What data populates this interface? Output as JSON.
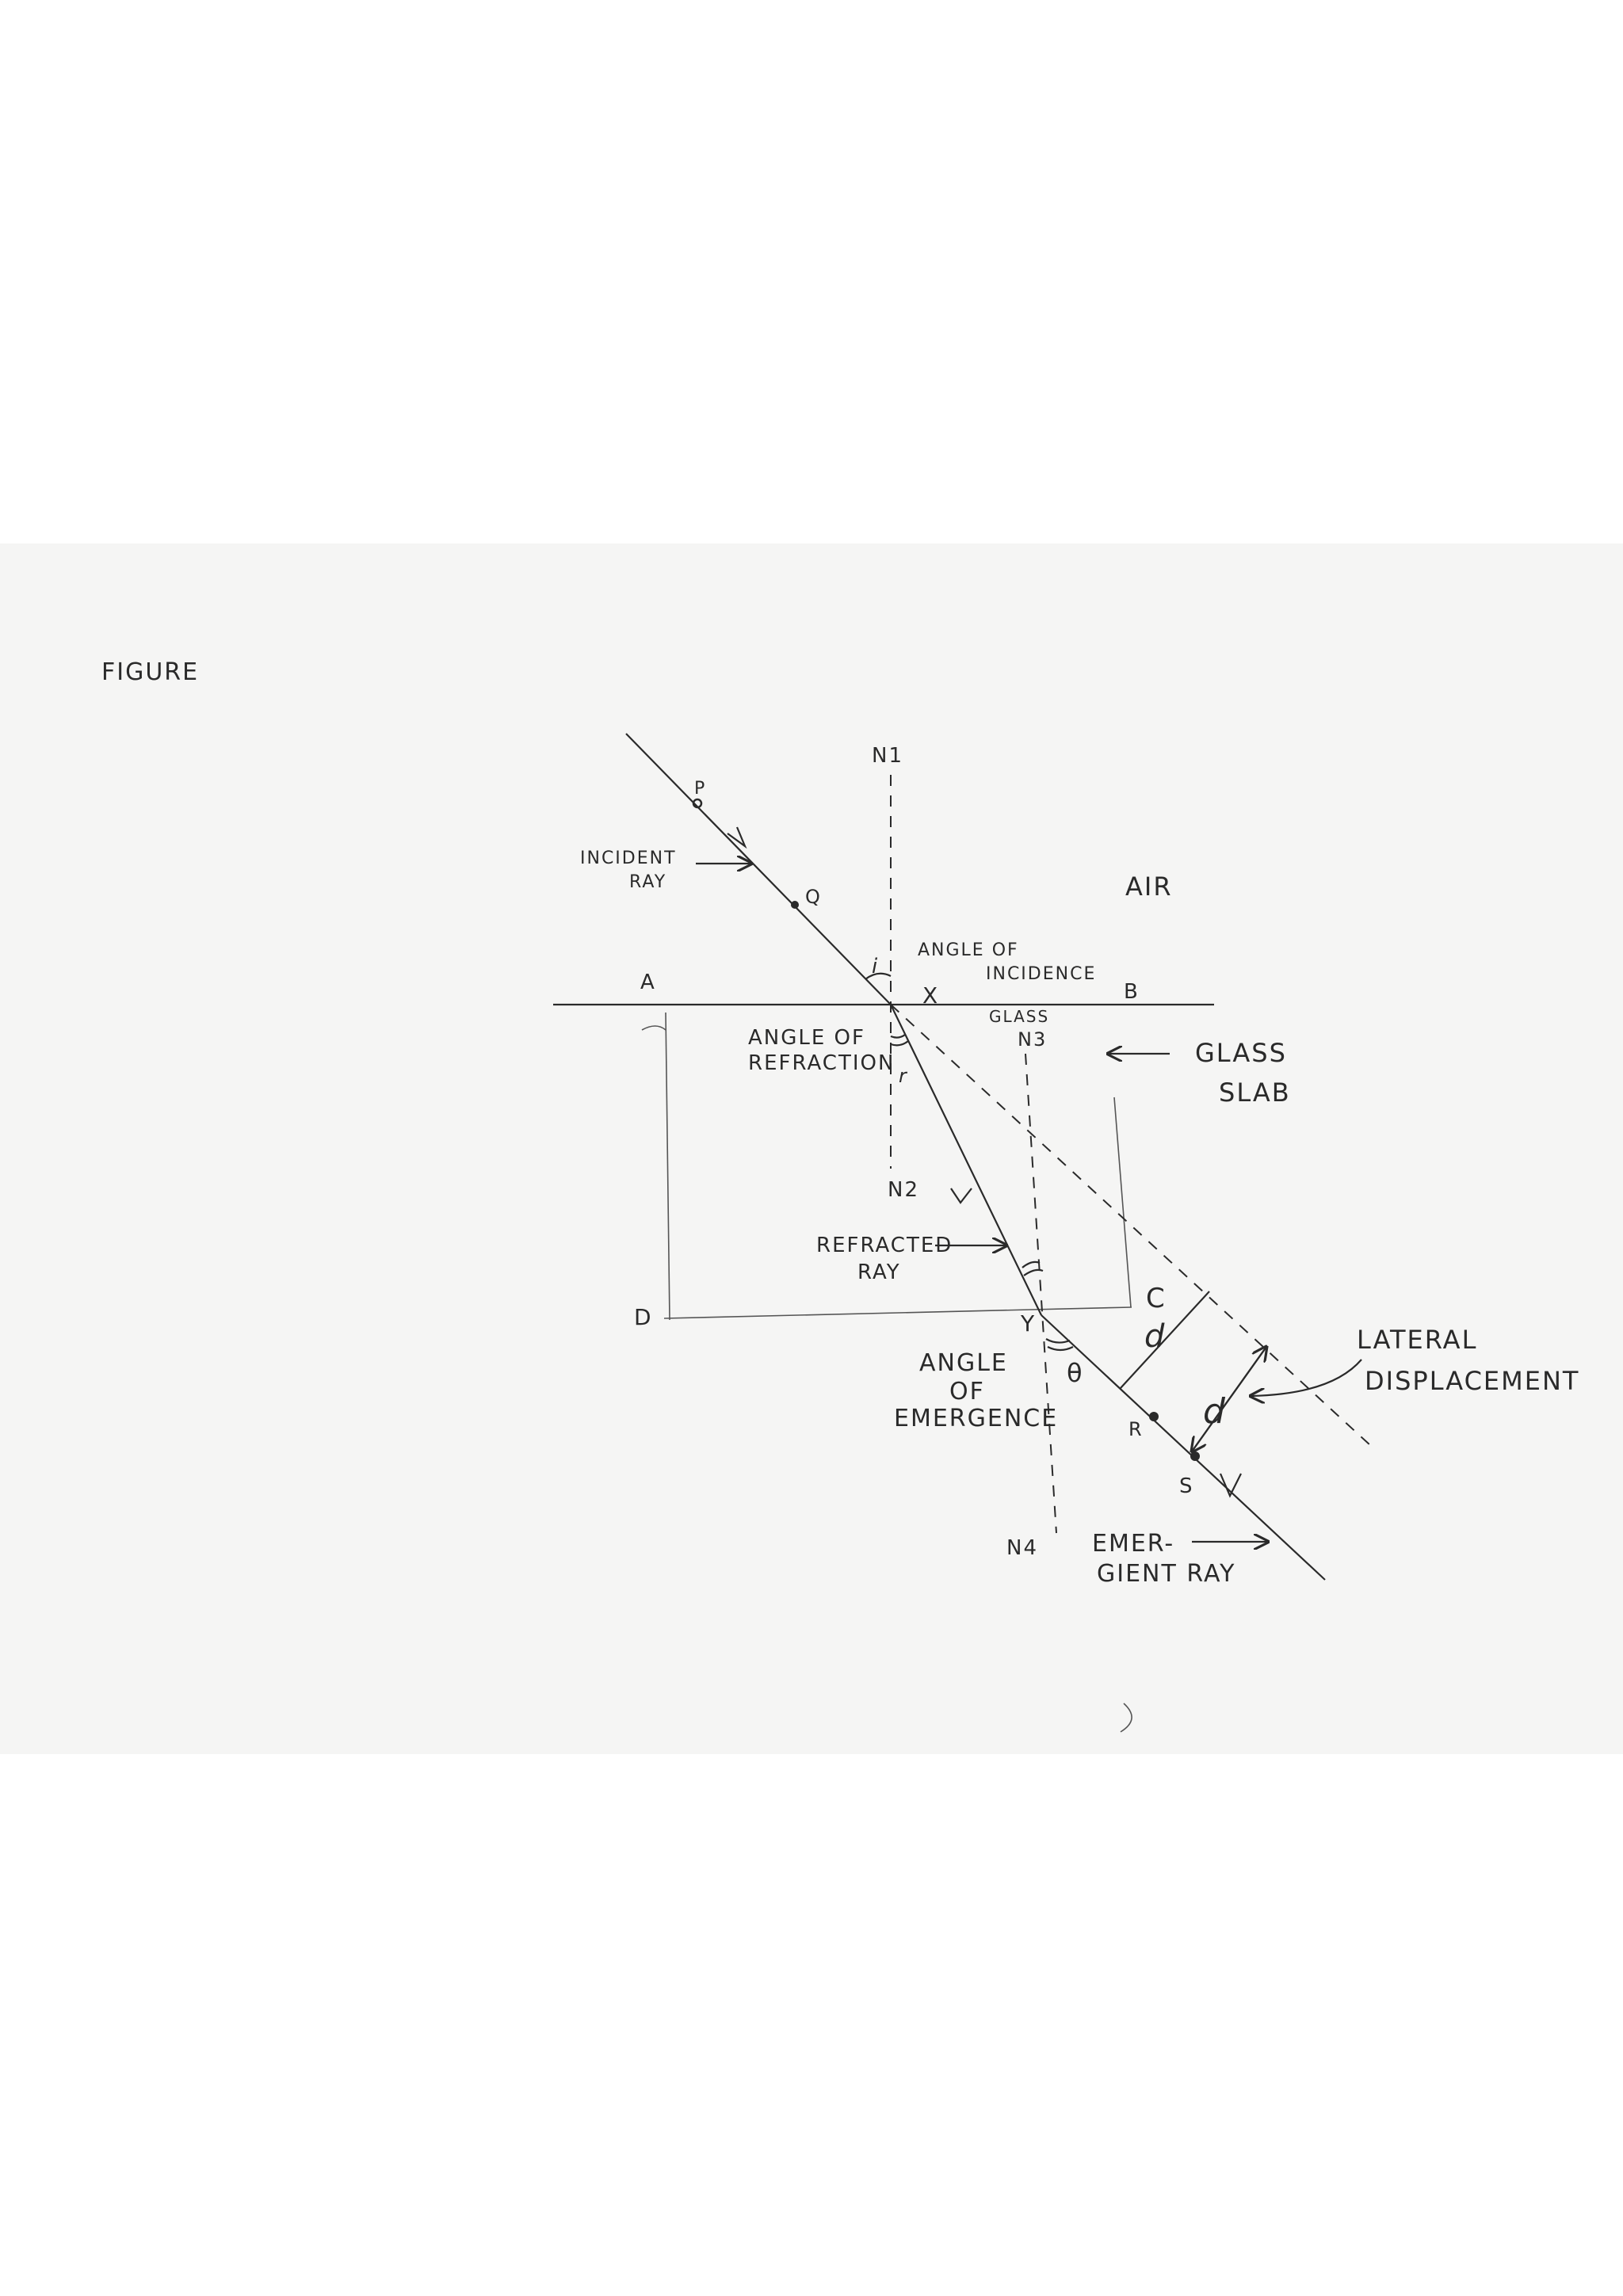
{
  "figure_title": "FIGURE",
  "labels": {
    "n1": "N1",
    "n2": "N2",
    "n3": "N3",
    "n4": "N4",
    "p": "P",
    "q": "Q",
    "r": "R",
    "s": "S",
    "a": "A",
    "b": "B",
    "d_corner": "D",
    "c_corner": "C",
    "x": "X",
    "y": "Y",
    "i": "i",
    "r_angle": "r",
    "theta": "θ",
    "d_left": "d",
    "d_right": "d"
  },
  "annotations": {
    "incident_ray": [
      "INCIDENT",
      "RAY"
    ],
    "air": "AIR",
    "angle_of_incidence": [
      "ANGLE OF",
      "INCIDENCE"
    ],
    "glass_top": "GLASS",
    "angle_of_refraction": [
      "ANGLE OF",
      "REFRACTION"
    ],
    "glass_slab": [
      "GLASS",
      "SLAB"
    ],
    "refracted_ray": [
      "REFRACTED",
      "RAY"
    ],
    "angle_of_emergence": [
      "ANGLE",
      "OF",
      "EMERGENCE"
    ],
    "lateral_displacement": [
      "LATERAL",
      "DISPLACEMENT"
    ],
    "emergent_ray": [
      "EMER-",
      "GIENT RAY"
    ]
  },
  "colors": {
    "ink": "#2a2a2a",
    "paper": "#f5f5f4"
  }
}
